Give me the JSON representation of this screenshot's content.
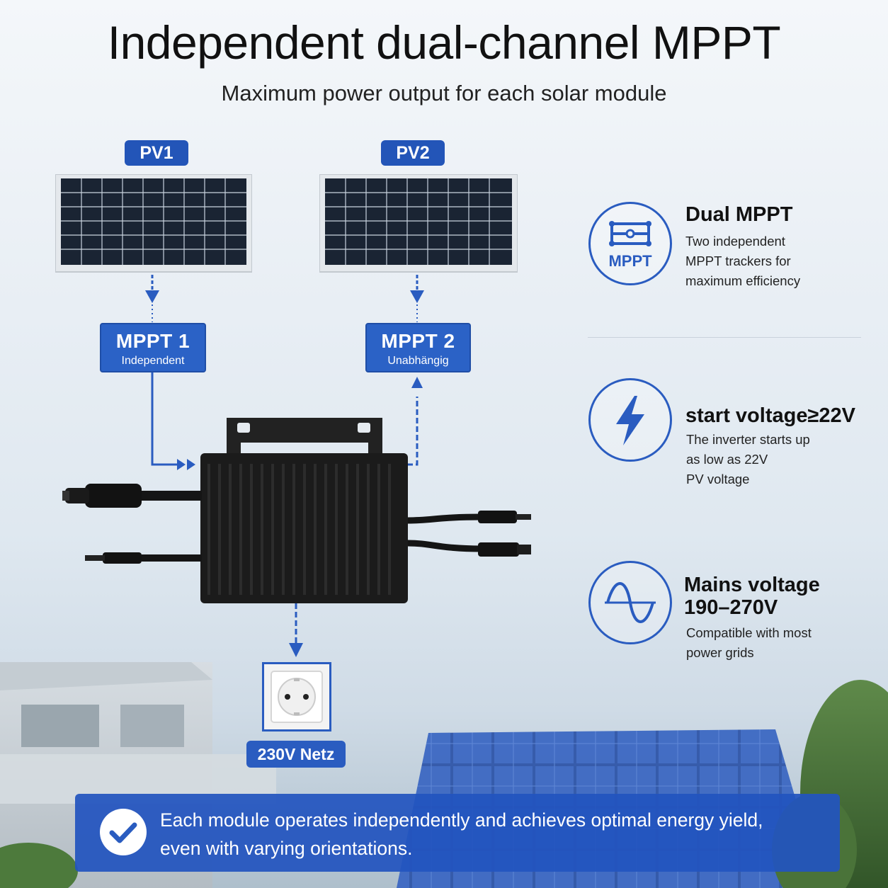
{
  "header": {
    "title": "Independent dual-channel MPPT",
    "subtitle": "Maximum power output for each solar module"
  },
  "diagram": {
    "pv1_label": "PV1",
    "pv2_label": "PV2",
    "mppt1": {
      "title": "MPPT 1",
      "subtitle": "Independent"
    },
    "mppt2": {
      "title": "MPPT 2",
      "subtitle": "Unabhängig"
    },
    "socket_label": "230V Netz"
  },
  "features": [
    {
      "icon": "mppt-icon",
      "icon_text": "MPPT",
      "title": "Dual MPPT",
      "lines": [
        "Two independent",
        "MPPT trackers for",
        "maximum efficiency"
      ]
    },
    {
      "icon": "lightning-icon",
      "title": "start voltage≥22V",
      "lines": [
        "The inverter starts up",
        "as low as 22V",
        "PV voltage"
      ]
    },
    {
      "icon": "sine-wave-icon",
      "title_lines": [
        "Mains voltage",
        "190–270V"
      ],
      "lines": [
        "Compatible with most",
        "power grids"
      ]
    }
  ],
  "banner": {
    "icon": "check-icon",
    "line1": "Each module operates independently and achieves optimal energy yield,",
    "line2": "even with varying orientations."
  },
  "colors": {
    "accent_blue": "#2a5cc0",
    "dark_text": "#111111",
    "panel_cell": "#1a2433"
  }
}
